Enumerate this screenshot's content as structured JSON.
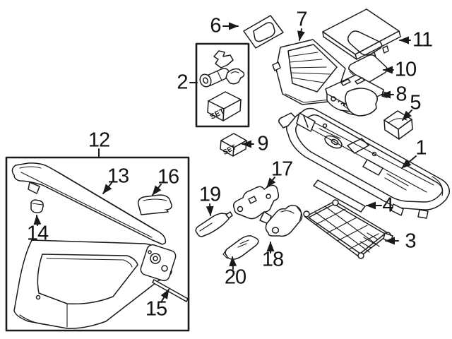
{
  "diagram": {
    "type": "exploded-parts-diagram",
    "background": "#ffffff",
    "line_color": "#1a1a1a"
  },
  "set_text": "SET",
  "callouts": {
    "n1": "1",
    "n2": "2",
    "n3": "3",
    "n4": "4",
    "n5": "5",
    "n6": "6",
    "n7": "7",
    "n8": "8",
    "n9": "9",
    "n10": "10",
    "n11": "11",
    "n12": "12",
    "n13": "13",
    "n14": "14",
    "n15": "15",
    "n16": "16",
    "n17": "17",
    "n18": "18",
    "n19": "19",
    "n20": "20"
  }
}
